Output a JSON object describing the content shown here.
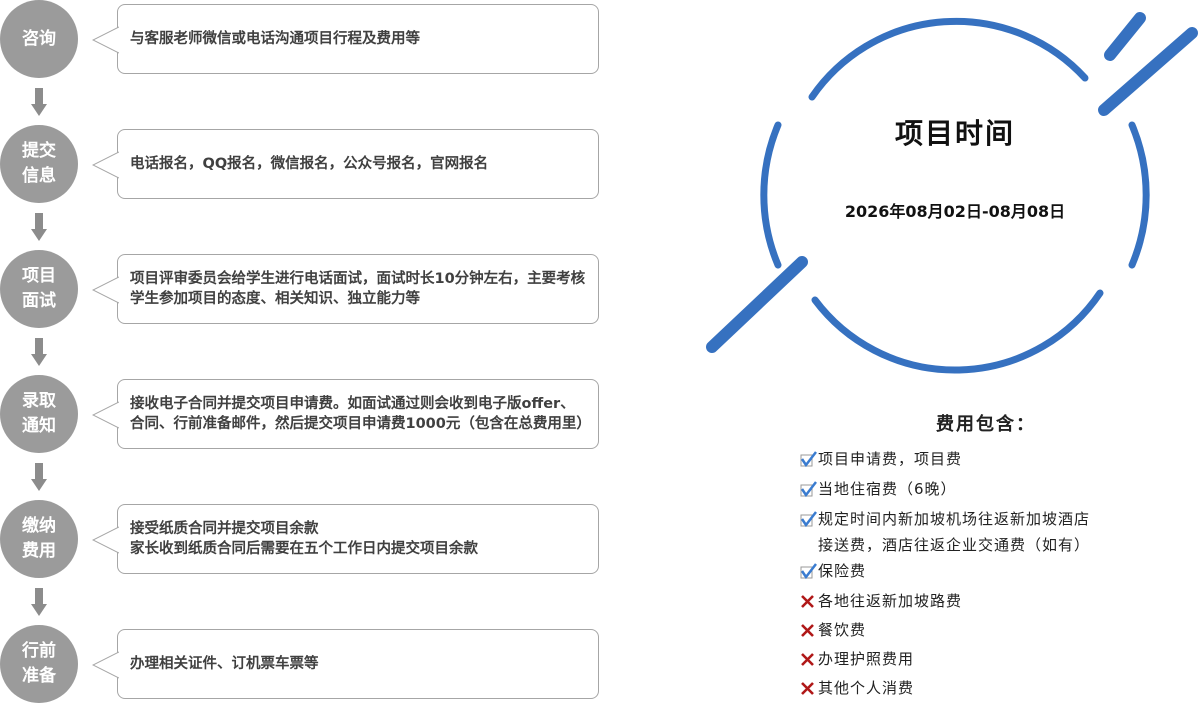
{
  "steps": [
    {
      "title": "咨询",
      "desc": "与客服老师微信或电话沟通项目行程及费用等"
    },
    {
      "title": "提交信息",
      "desc": "电话报名，QQ报名，微信报名，公众号报名，官网报名"
    },
    {
      "title": "项目面试",
      "desc": "项目评审委员会给学生进行电话面试，面试时长10分钟左右，主要考核学生参加项目的态度、相关知识、独立能力等"
    },
    {
      "title": "录取通知",
      "desc": "接收电子合同并提交项目申请费。如面试通过则会收到电子版offer、合同、行前准备邮件，然后提交项目申请费1000元（包含在总费用里）"
    },
    {
      "title": "缴纳费用",
      "desc": "接受纸质合同并提交项目余款\n家长收到纸质合同后需要在五个工作日内提交项目余款"
    },
    {
      "title": "行前准备",
      "desc": "办理相关证件、订机票车票等"
    }
  ],
  "timeline": {
    "title": "项目时间",
    "dates": "2026年08月02日-08月08日"
  },
  "fees": {
    "title": "费用包含：",
    "items": [
      {
        "text": "项目申请费，项目费",
        "included": true
      },
      {
        "text": "当地住宿费（6晚）",
        "included": true
      },
      {
        "text": "规定时间内新加坡机场往返新加坡酒店接送费，酒店往返企业交通费（如有）",
        "included": true
      },
      {
        "text": "保险费",
        "included": true
      },
      {
        "text": "各地往返新加坡路费",
        "included": false
      },
      {
        "text": "餐饮费",
        "included": false
      },
      {
        "text": "办理护照费用",
        "included": false
      },
      {
        "text": "其他个人消费",
        "included": false
      }
    ]
  },
  "colors": {
    "accent": "#3671c0",
    "step": "#9b9b9b",
    "check": "#3a7cd0",
    "cross": "#b01818"
  }
}
